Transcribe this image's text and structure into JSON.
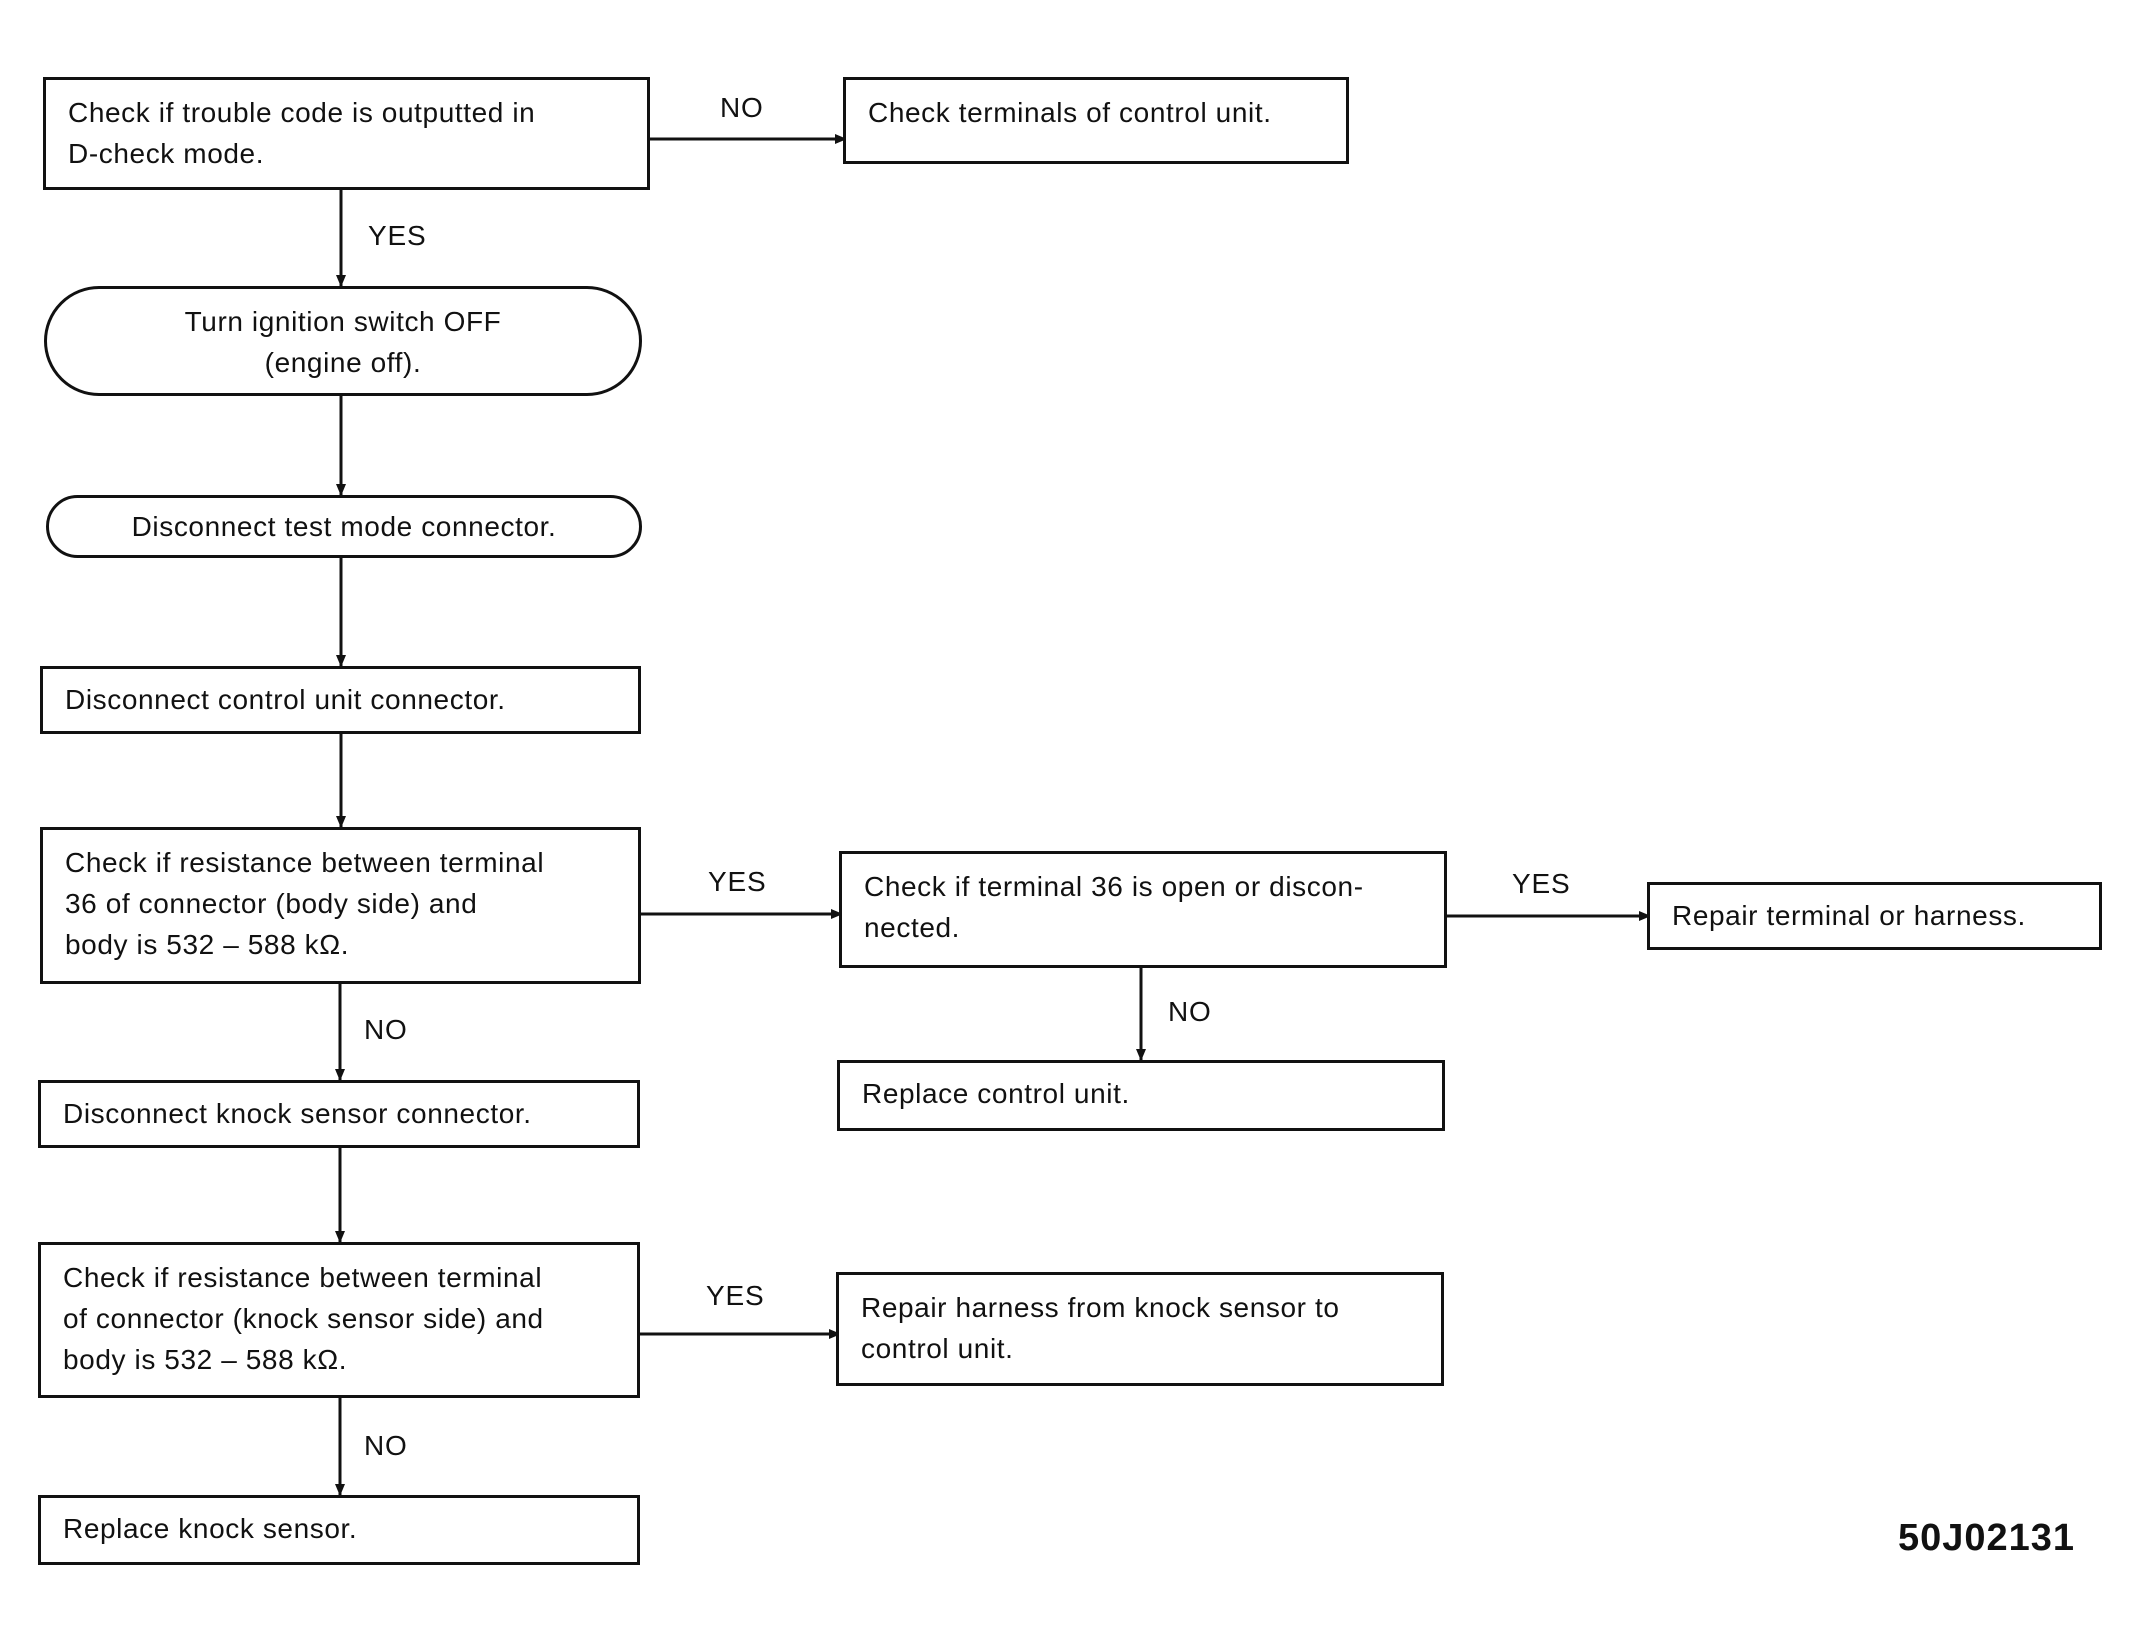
{
  "nodes": {
    "check_trouble_code": "Check if trouble code is outputted in\nD-check mode.",
    "check_terminals": "Check terminals of control unit.",
    "turn_ignition_off": "Turn ignition switch OFF\n(engine off).",
    "disconnect_test_mode": "Disconnect test mode connector.",
    "disconnect_control_unit": "Disconnect control unit connector.",
    "check_resistance_body": "Check if resistance between terminal\n36  of connector (body side) and\nbody is 532 – 588 kΩ.",
    "check_terminal_36": "Check if terminal 36 is open or discon-\nnected.",
    "repair_terminal": "Repair terminal or harness.",
    "replace_control_unit": "Replace control unit.",
    "disconnect_knock_sensor": "Disconnect knock sensor connector.",
    "check_resistance_sensor": "Check if resistance between terminal\nof connector (knock sensor side) and\nbody is 532 – 588 kΩ.",
    "repair_harness": "Repair harness from knock sensor to\ncontrol unit.",
    "replace_knock_sensor": "Replace knock sensor."
  },
  "labels": {
    "no_1": "NO",
    "yes_1": "YES",
    "yes_2": "YES",
    "yes_3": "YES",
    "no_2": "NO",
    "no_3": "NO",
    "yes_4": "YES",
    "no_4": "NO"
  },
  "figure_code": "50J02131"
}
